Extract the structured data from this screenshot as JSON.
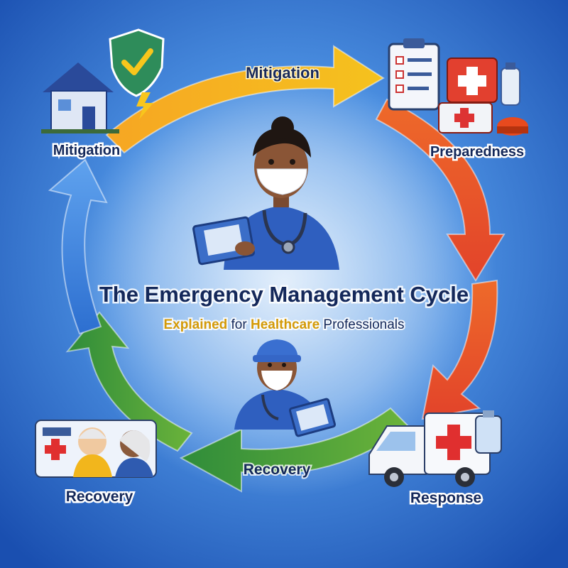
{
  "title": {
    "line1": "The Emergency Management Cycle",
    "line2_explained": "Explained",
    "line2_for": " for ",
    "line2_healthcare": "Healthcare",
    "line2_professionals": " Professionals"
  },
  "arrow_labels": {
    "top": "Mitigation",
    "bottom": "Recovery"
  },
  "corner_labels": {
    "top_left": "Mitigation",
    "top_right": "Preparedness",
    "bottom_right": "Response",
    "bottom_left": "Recovery"
  },
  "icons": {
    "top_left": "house-with-shield-icon",
    "top_right": "medical-supplies-icon",
    "bottom_right": "ambulance-icon",
    "bottom_left": "patients-care-icon",
    "center_top": "nurse-with-clipboard-illustration",
    "center_bottom": "nurse-writing-notes-illustration"
  },
  "colors": {
    "background": "#1f5fc4",
    "mitigation_arrow": "#f5b21e",
    "preparedness_arrow": "#e8532a",
    "recovery_arrow": "#3f9a3a",
    "cycle_blue_arrow": "#3a86e0",
    "title_navy": "#14285a",
    "accent_gold": "#d49a08"
  }
}
